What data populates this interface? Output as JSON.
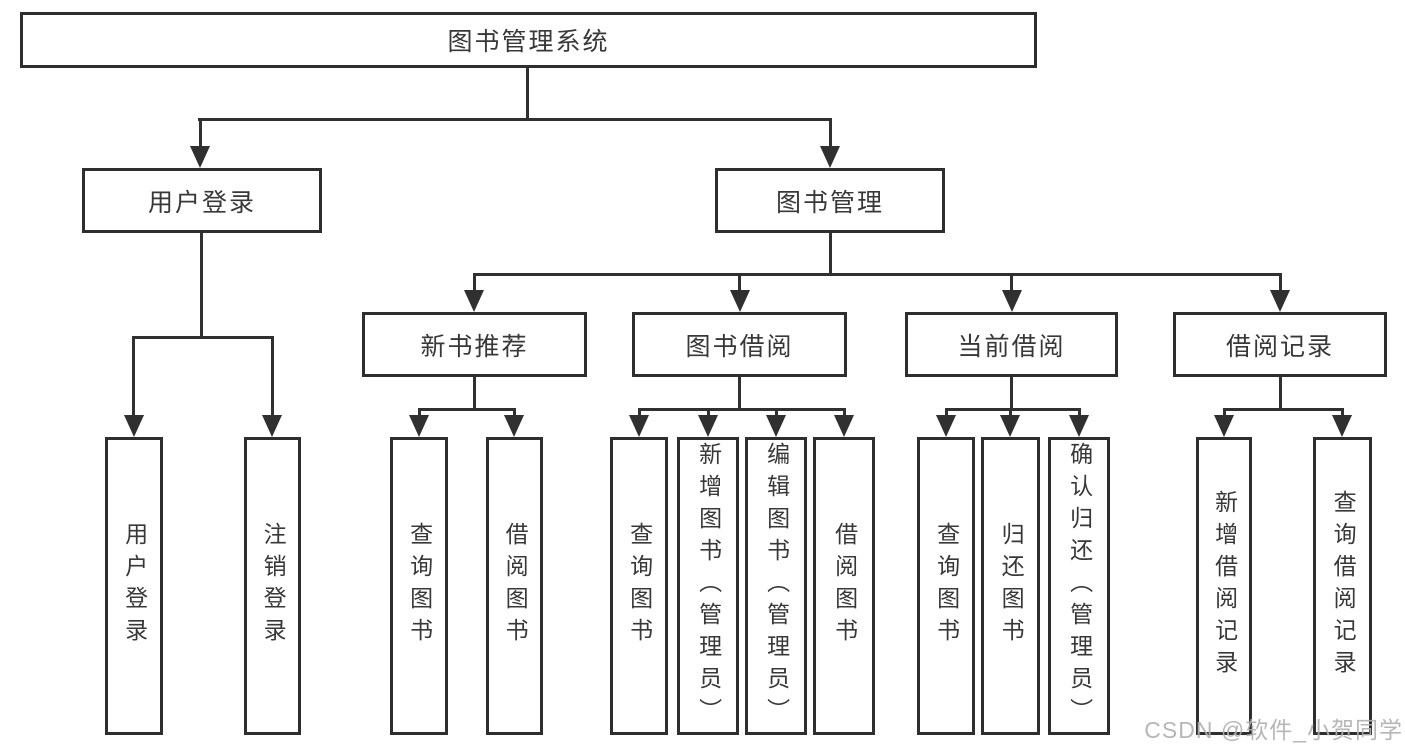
{
  "tree": {
    "root": "图书管理系统",
    "children": [
      {
        "label": "用户登录",
        "children": [
          {
            "label": "用户登录"
          },
          {
            "label": "注销登录"
          }
        ]
      },
      {
        "label": "图书管理",
        "children": [
          {
            "label": "新书推荐",
            "children": [
              {
                "label": "查询图书"
              },
              {
                "label": "借阅图书"
              }
            ]
          },
          {
            "label": "图书借阅",
            "children": [
              {
                "label": "查询图书"
              },
              {
                "label": "新增图书（管理员）"
              },
              {
                "label": "编辑图书（管理员）"
              },
              {
                "label": "借阅图书"
              }
            ]
          },
          {
            "label": "当前借阅",
            "children": [
              {
                "label": "查询图书"
              },
              {
                "label": "归还图书"
              },
              {
                "label": "确认归还（管理员）"
              }
            ]
          },
          {
            "label": "借阅记录",
            "children": [
              {
                "label": "新增借阅记录"
              },
              {
                "label": "查询借阅记录"
              }
            ]
          }
        ]
      }
    ]
  },
  "watermark": "CSDN @软件_小贺同学",
  "colors": {
    "line": "#303030",
    "box_border": "#2e2e2e",
    "text": "#383838",
    "box_background": "#ffffff",
    "page_background": "#ffffff",
    "watermark": "#b0b0b0"
  }
}
